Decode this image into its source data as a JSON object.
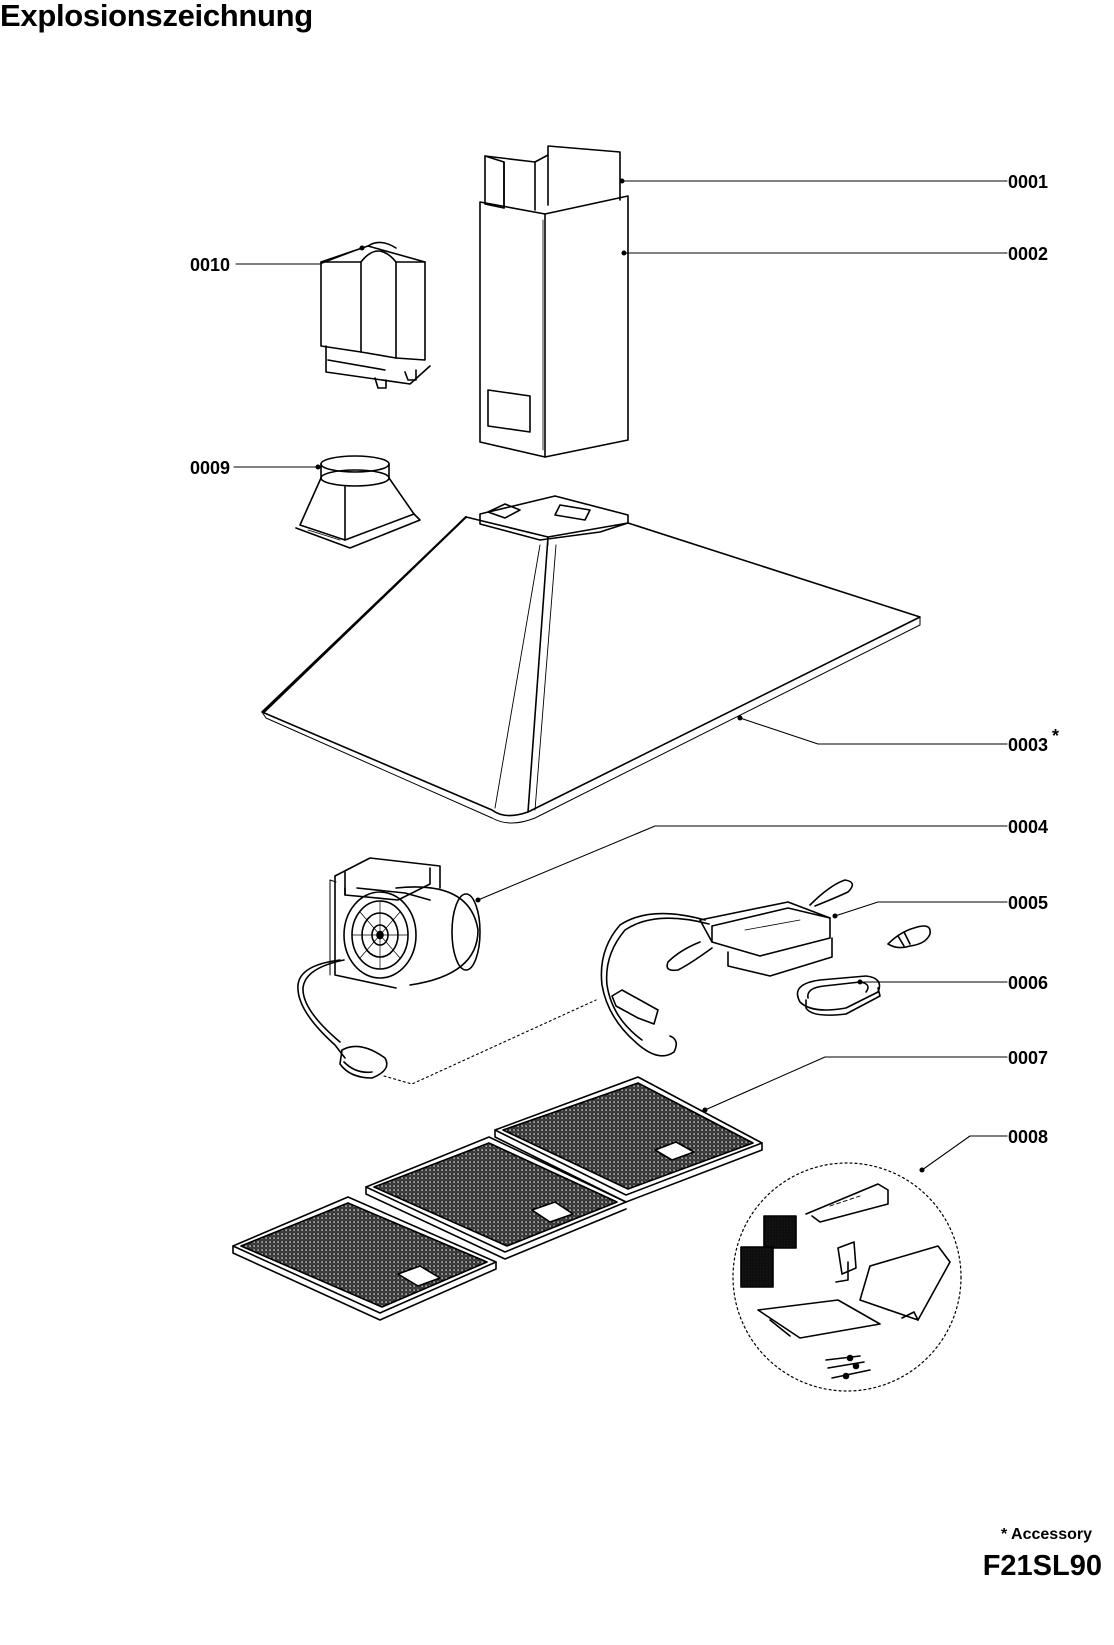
{
  "title": "Explosionszeichnung",
  "parts": [
    {
      "code": "0001"
    },
    {
      "code": "0002"
    },
    {
      "code": "0003",
      "mark": "*"
    },
    {
      "code": "0004"
    },
    {
      "code": "0005"
    },
    {
      "code": "0006"
    },
    {
      "code": "0007"
    },
    {
      "code": "0008"
    },
    {
      "code": "0009"
    },
    {
      "code": "0010"
    }
  ],
  "footnote": "* Accessory",
  "model": "F21SL90"
}
